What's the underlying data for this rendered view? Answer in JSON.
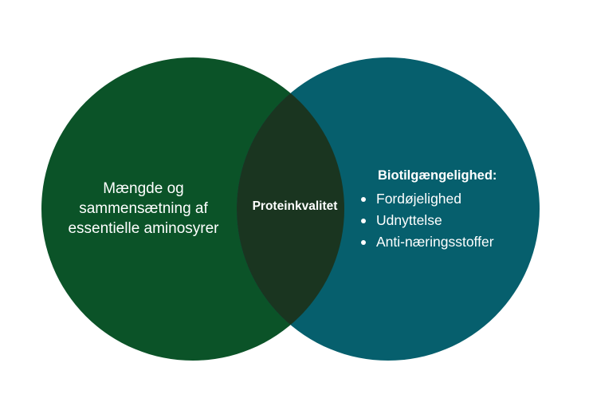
{
  "colors": {
    "left_circle": "#0b5328",
    "right_circle": "#065f6d",
    "overlap": "#1a3520",
    "text": "#ffffff"
  },
  "left": {
    "lines": [
      "Mængde og",
      "sammensætning af",
      "essentielle aminosyrer"
    ]
  },
  "center": {
    "label": "Proteinkvalitet"
  },
  "right": {
    "title": "Biotilgængelighed:",
    "items": [
      "Fordøjelighed",
      "Udnyttelse",
      "Anti-næringsstoffer"
    ]
  }
}
